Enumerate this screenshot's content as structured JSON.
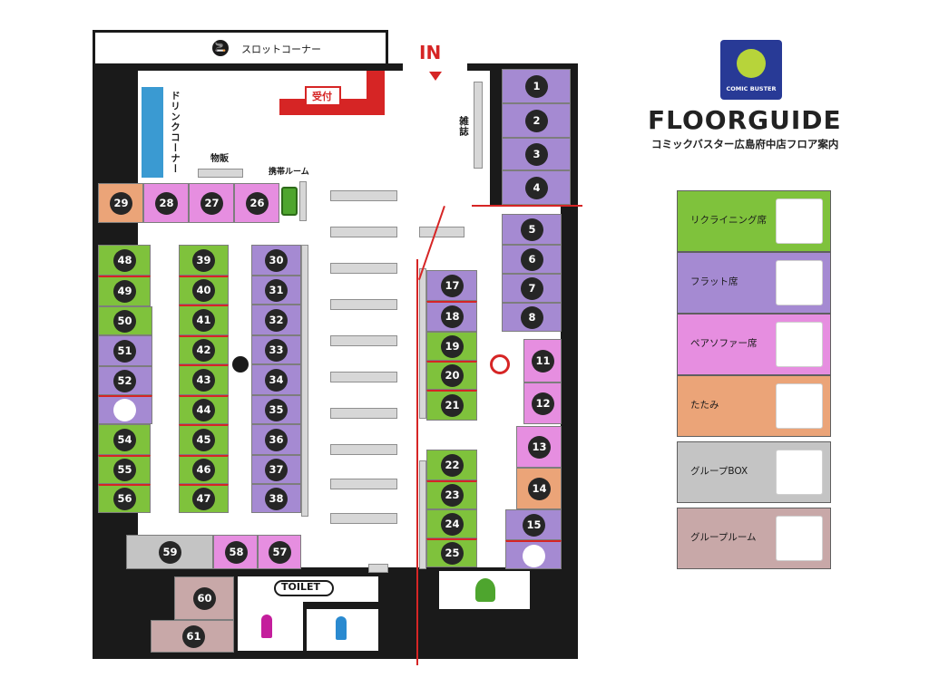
{
  "labels": {
    "slot": "スロットコーナー",
    "in": "IN",
    "reception": "受付",
    "drink": "ドリンクコーナー",
    "goods": "物販",
    "phone_room": "携帯ルーム",
    "magazine": "雑誌",
    "toilet": "TOILET"
  },
  "brand": {
    "logo_text": "COMIC BUSTER",
    "title": "FLOORGUIDE",
    "subtitle": "コミックバスター広島府中店フロア案内"
  },
  "legend": [
    {
      "label": "リクライニング席",
      "color": "#7fc23c",
      "icon": "recliner-chair-icon"
    },
    {
      "label": "フラット席",
      "color": "#a58ad2",
      "icon": "flat-mat-icon"
    },
    {
      "label": "ペアソファー席",
      "color": "#e68ee0",
      "icon": "sofa-icon"
    },
    {
      "label": "たたみ",
      "color": "#eba478",
      "icon": "tatami-icon"
    },
    {
      "label": "グループBOX",
      "color": "#c4c4c4",
      "icon": "group-photo-icon"
    },
    {
      "label": "グループルーム",
      "color": "#c8a8a8",
      "icon": "group-photo-icon"
    }
  ],
  "seats": [
    "1",
    "2",
    "3",
    "4",
    "5",
    "6",
    "7",
    "8",
    "11",
    "12",
    "13",
    "14",
    "15",
    "17",
    "18",
    "19",
    "20",
    "21",
    "22",
    "23",
    "24",
    "25",
    "26",
    "27",
    "28",
    "29",
    "30",
    "31",
    "32",
    "33",
    "34",
    "35",
    "36",
    "37",
    "38",
    "39",
    "40",
    "41",
    "42",
    "43",
    "44",
    "45",
    "46",
    "47",
    "48",
    "49",
    "50",
    "51",
    "52",
    "54",
    "55",
    "56",
    "57",
    "58",
    "59",
    "60",
    "61"
  ]
}
